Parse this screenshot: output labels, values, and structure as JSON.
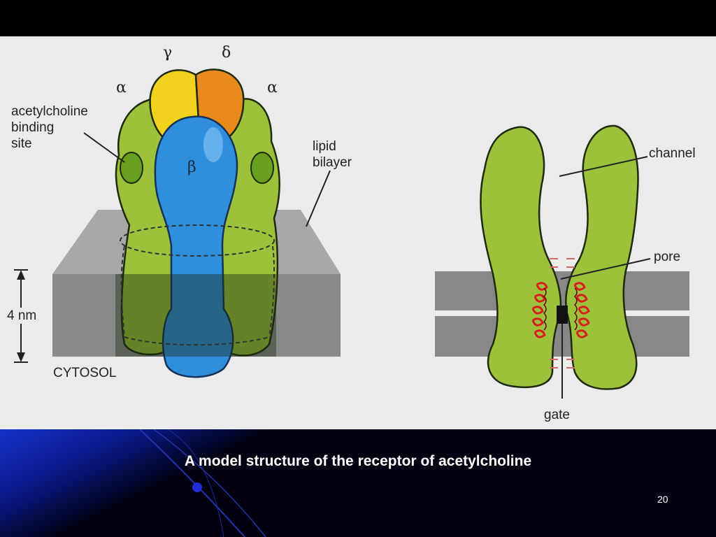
{
  "slide": {
    "caption": "A model structure of the receptor of acetylcholine",
    "page_number": "20"
  },
  "left_panel": {
    "subunits": {
      "gamma": "γ",
      "delta": "δ",
      "alpha_left": "α",
      "alpha_right": "α",
      "beta": "β"
    },
    "binding_site": [
      "acetylcholine",
      "binding",
      "site"
    ],
    "lipid_bilayer": [
      "lipid",
      "bilayer"
    ],
    "thickness": "4 nm",
    "cytosol": "CYTOSOL"
  },
  "right_panel": {
    "channel": "channel",
    "pore": "pore",
    "gate": "gate"
  },
  "colors": {
    "background": "#000000",
    "figure_bg": "#ebebeb",
    "alpha_green": "#9cc23c",
    "gamma_yellow": "#f1d21e",
    "delta_orange": "#e98a1c",
    "beta_blue": "#2f8fdc",
    "membrane_top": "#a8a8a8",
    "membrane_front": "#8a8a8a",
    "helix_red": "#d81e1e"
  }
}
